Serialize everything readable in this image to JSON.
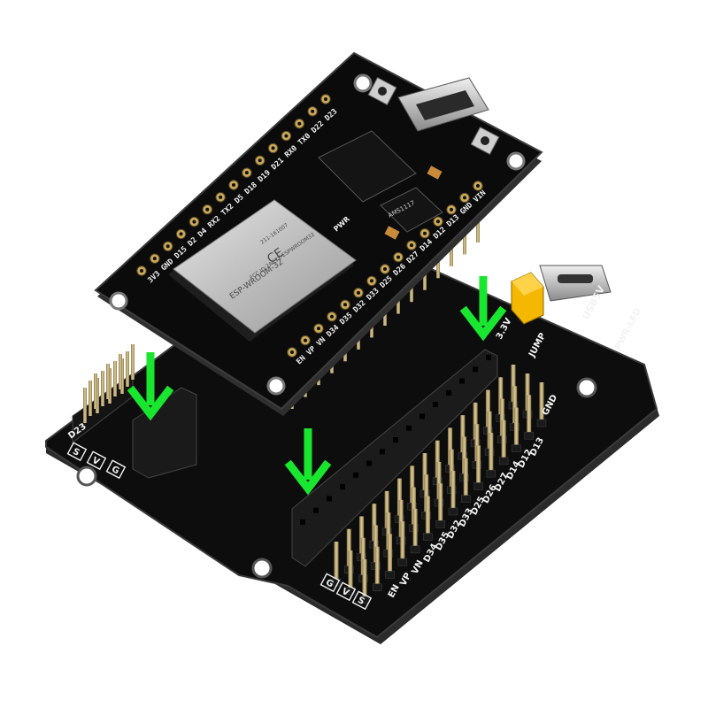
{
  "esp32_board": {
    "module_label": "ESP-WROOM-32",
    "module_fcc": "FCC ID:2AC7Z-ESPWROOM32",
    "module_code": "211-161007",
    "module_ce": "CE",
    "chip_label": "AMS1117",
    "led_label": "PWR",
    "header_top_labels": "3V3 GND D15 D2 D4 RX2 TX2 D5 D18 D19 D21 RX0 TX0 D22 D23",
    "header_bottom_labels": "EN VP VN D34 D35 D32 D33 D25 D26 D27 D14 D12 D13 GND VIN",
    "en_label": "EN"
  },
  "expansion_board": {
    "usb_label": "USB5V",
    "pwr_led_label": "PWR-LED",
    "jump_label": "JUMP",
    "voltage_label": "3.3V",
    "gnd_label": "GND",
    "right_column_labels": [
      "D13",
      "D12",
      "D14",
      "D27",
      "D26",
      "D25",
      "D33",
      "D32",
      "D35",
      "D34",
      "VN",
      "VP",
      "EN"
    ],
    "left_header_labels": [
      "S",
      "V",
      "G"
    ],
    "left_pin_label": "D23",
    "bottom_header_labels": [
      "G",
      "V",
      "S"
    ]
  },
  "colors": {
    "pcb": "#0d0d0d",
    "pcb_edge": "#3a3a3a",
    "silkscreen": "#f2f2f2",
    "pin_gold": "#c9b27a",
    "arrow_green": "#19e62f",
    "jumper_yellow": "#f5b800",
    "module_shield": "#c8c8c8",
    "background": "#ffffff"
  },
  "icons": [
    "green-arrow-down-icon",
    "usb-c-port-icon",
    "jumper-icon"
  ]
}
